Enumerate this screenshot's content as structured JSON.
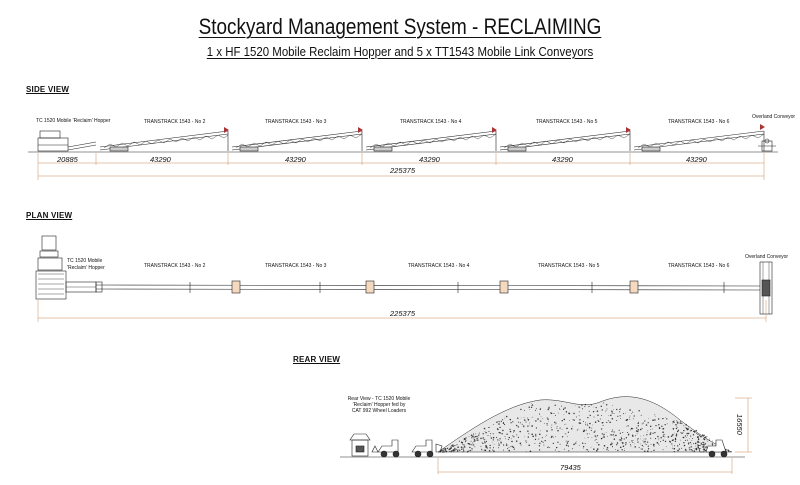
{
  "header": {
    "title": "Stockyard Management System - RECLAIMING",
    "subtitle": "1 x HF 1520 Mobile Reclaim Hopper and 5 x TT1543 Mobile Link Conveyors"
  },
  "side_view": {
    "heading": "SIDE VIEW",
    "hopper_label": "TC 1520 Mobile 'Reclaim' Hopper",
    "conveyor_labels": [
      "TRANSTRACK 1543 - No 2",
      "TRANSTRACK 1543 - No 3",
      "TRANSTRACK 1543 - No 4",
      "TRANSTRACK 1543 - No 5",
      "TRANSTRACK 1543 - No 6"
    ],
    "overland_label": "Overland Conveyor",
    "dimensions": [
      "20885",
      "43290",
      "43290",
      "43290",
      "43290",
      "43290"
    ],
    "total": "225375"
  },
  "plan_view": {
    "heading": "PLAN VIEW",
    "hopper_label_line1": "TC 1520 Mobile",
    "hopper_label_line2": "'Reclaim' Hopper",
    "conveyor_labels": [
      "TRANSTRACK 1543 - No 2",
      "TRANSTRACK 1543 - No 3",
      "TRANSTRACK 1543 - No 4",
      "TRANSTRACK 1543 - No 5",
      "TRANSTRACK 1543 - No 6"
    ],
    "overland_label": "Overland Conveyor",
    "total": "225375"
  },
  "rear_view": {
    "heading": "REAR VIEW",
    "caption": "Rear View - TC 1520 Mobile\n'Reclaim' Hopper fed by\nCAT 992 Wheel Loaders",
    "width_dim": "79435",
    "height_dim": "16550"
  },
  "colors": {
    "line": "#222222",
    "dimension": "#c98a5a",
    "pile": "#333333"
  }
}
